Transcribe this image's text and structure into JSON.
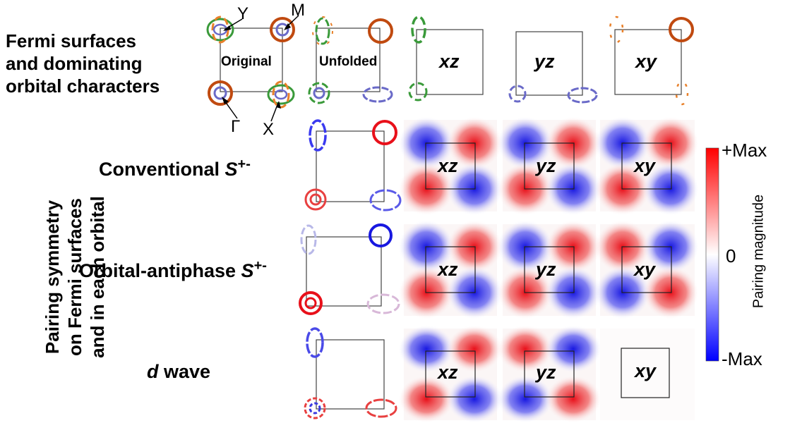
{
  "header": {
    "line1": "Fermi surfaces",
    "line2": "and dominating",
    "line3": "orbital characters"
  },
  "side_label": {
    "line1": "Pairing symmetry",
    "line2": "on Fermi surfaces",
    "line3": "and in each orbital"
  },
  "top_row": {
    "original_label": "Original",
    "unfolded_label": "Unfolded",
    "orbitals": [
      "xz",
      "yz",
      "xy"
    ],
    "points": {
      "Y": "Y",
      "M": "M",
      "Gamma": "Γ",
      "X": "X"
    }
  },
  "rows": [
    {
      "prefix": "Conventional ",
      "symbol": "S",
      "sup": "+-",
      "orbitals": [
        "xz",
        "yz",
        "xy"
      ]
    },
    {
      "prefix": "Orbital-antiphase ",
      "symbol": "S",
      "sup": "+-",
      "orbitals": [
        "xz",
        "yz",
        "xy"
      ]
    },
    {
      "prefix_italic": "d",
      "suffix": " wave",
      "orbitals": [
        "xz",
        "yz",
        "xy"
      ]
    }
  ],
  "colorbar": {
    "max": "+Max",
    "zero": "0",
    "min": "-Max",
    "title": "Pairing magnitude"
  },
  "colors": {
    "red": "#e8101a",
    "blue": "#1818e0",
    "green": "#3a9a3a",
    "orange": "#e8802a",
    "brown": "#c04a10",
    "purple": "#6a6ac8"
  }
}
